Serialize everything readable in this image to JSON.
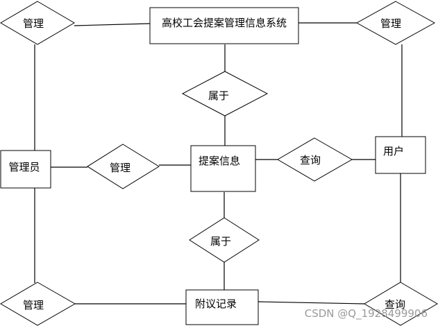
{
  "entities": {
    "system": "高校工会提案管理信息系统",
    "admin": "管理员",
    "proposal": "提案信息",
    "user": "用户",
    "attachment": "附议记录"
  },
  "relations": {
    "manage_top_left": "管理",
    "manage_top_right": "管理",
    "belongs_top": "属于",
    "manage_middle": "管理",
    "query_middle": "查询",
    "belongs_bottom": "属于",
    "manage_bottom_left": "管理",
    "query_bottom_right": "查询"
  },
  "watermark": "CSDN @Q_1928499906"
}
